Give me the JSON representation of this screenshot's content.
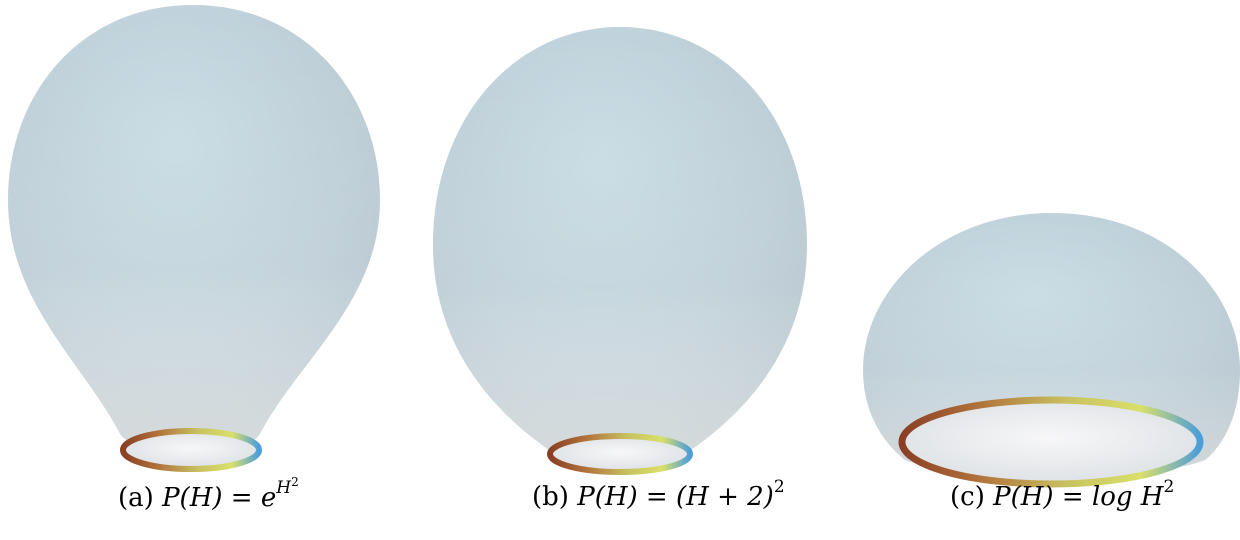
{
  "panels": [
    {
      "label": "(a)",
      "lhs": "P(H) = ",
      "rhs_base": "e",
      "rhs_exp_base": "H",
      "rhs_exp_exp": "2"
    },
    {
      "label": "(b)",
      "lhs": "P(H) = ",
      "rhs_base": "(H + 2)",
      "rhs_exp": "2"
    },
    {
      "label": "(c)",
      "lhs": "P(H) = ",
      "rhs_base": "log H",
      "rhs_exp": "2"
    }
  ],
  "colors": {
    "surface_top": "#b9cfda",
    "surface_bottom": "#e2e8ec",
    "ring": [
      "#8c4a2a",
      "#b06a35",
      "#c9b54a",
      "#d8e05a",
      "#4f9fd8"
    ]
  }
}
